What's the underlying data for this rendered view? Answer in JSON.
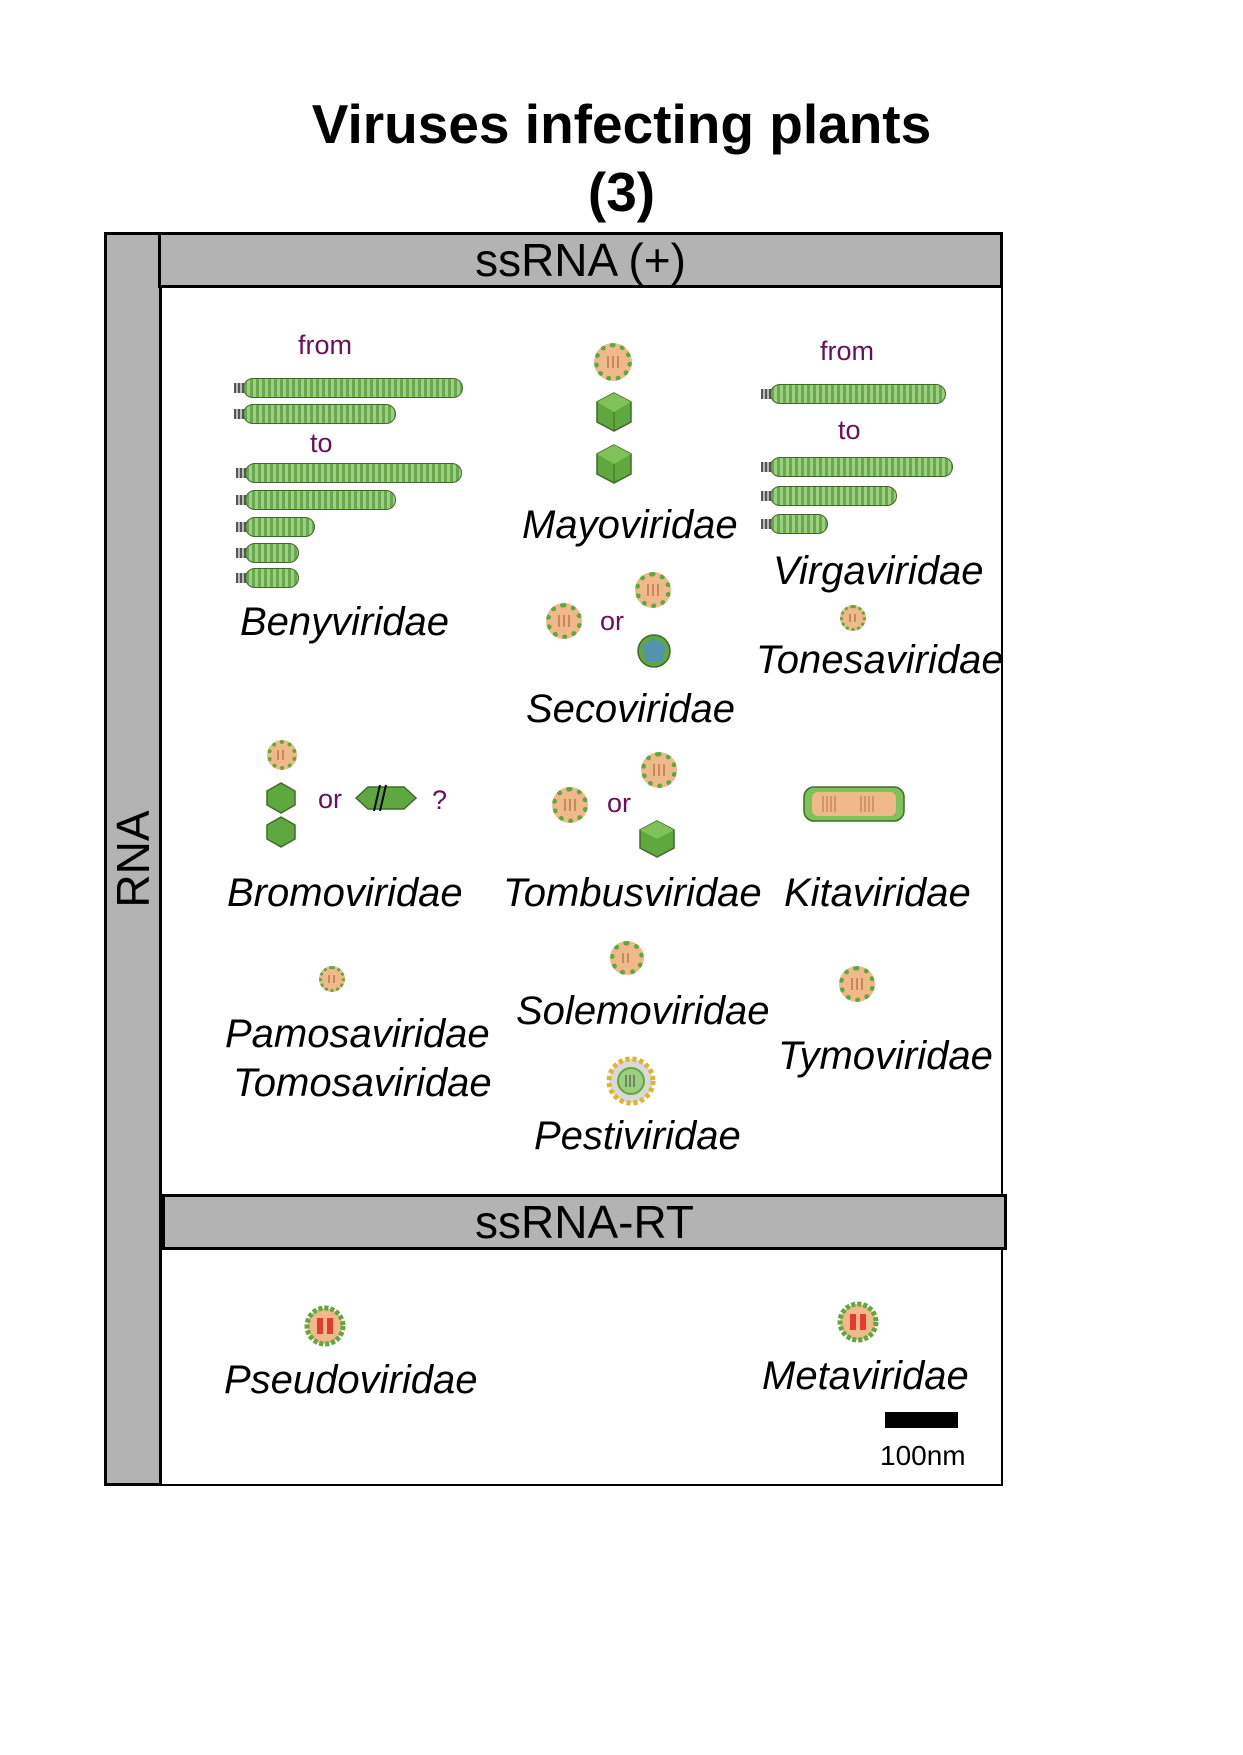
{
  "title_line1": "Viruses infecting plants",
  "title_line2": "(3)",
  "side_label": "RNA",
  "section1": "ssRNA (+)",
  "section2": "ssRNA-RT",
  "families": {
    "benyviridae": "Benyviridae",
    "mayoviridae": "Mayoviridae",
    "virgaviridae": "Virgaviridae",
    "secoviridae": "Secoviridae",
    "tonesaviridae": "Tonesaviridae",
    "bromoviridae": "Bromoviridae",
    "tombusviridae": "Tombusviridae",
    "kitaviridae": "Kitaviridae",
    "pamosaviridae": "Pamosaviridae",
    "tomosaviridae": "Tomosaviridae",
    "solemoviridae": "Solemoviridae",
    "pestiviridae": "Pestiviridae",
    "tymoviridae": "Tymoviridae",
    "pseudoviridae": "Pseudoviridae",
    "metaviridae": "Metaviridae"
  },
  "notes": {
    "from": "from",
    "to": "to",
    "or": "or",
    "question": "?"
  },
  "scale_label": "100nm",
  "colors": {
    "capsid_green": "#5fa83f",
    "core_tan": "#f0b98a",
    "note_purple": "#6b0f5a",
    "band_gray": "#b3b3b3"
  }
}
